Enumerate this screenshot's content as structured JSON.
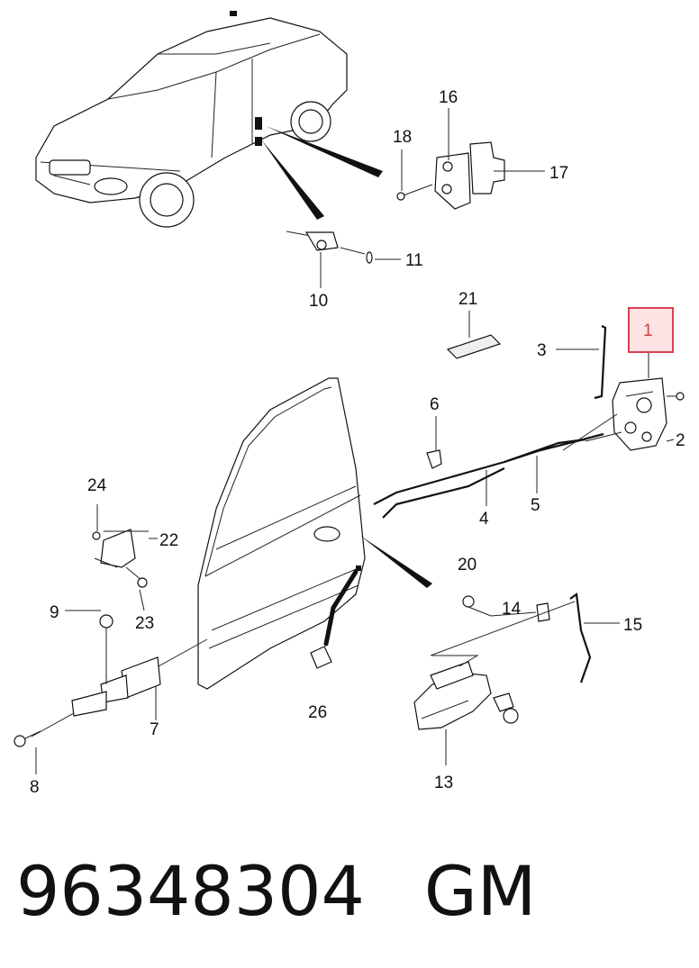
{
  "diagram": {
    "callouts": [
      {
        "id": "1",
        "label": "1",
        "highlighted": true
      },
      {
        "id": "2",
        "label": "2"
      },
      {
        "id": "3",
        "label": "3"
      },
      {
        "id": "4",
        "label": "4"
      },
      {
        "id": "5",
        "label": "5"
      },
      {
        "id": "6",
        "label": "6"
      },
      {
        "id": "7",
        "label": "7"
      },
      {
        "id": "8",
        "label": "8"
      },
      {
        "id": "9",
        "label": "9"
      },
      {
        "id": "10",
        "label": "10"
      },
      {
        "id": "11",
        "label": "11"
      },
      {
        "id": "13",
        "label": "13"
      },
      {
        "id": "14",
        "label": "14"
      },
      {
        "id": "15",
        "label": "15"
      },
      {
        "id": "16",
        "label": "16"
      },
      {
        "id": "17",
        "label": "17"
      },
      {
        "id": "18",
        "label": "18"
      },
      {
        "id": "20",
        "label": "20"
      },
      {
        "id": "21",
        "label": "21"
      },
      {
        "id": "22",
        "label": "22"
      },
      {
        "id": "23",
        "label": "23"
      },
      {
        "id": "24",
        "label": "24"
      },
      {
        "id": "26",
        "label": "26"
      }
    ],
    "highlight_color": "#d9414f",
    "highlight_fill": "#fbe3e4"
  },
  "footer": {
    "part_number": "96348304",
    "brand": "GM"
  }
}
